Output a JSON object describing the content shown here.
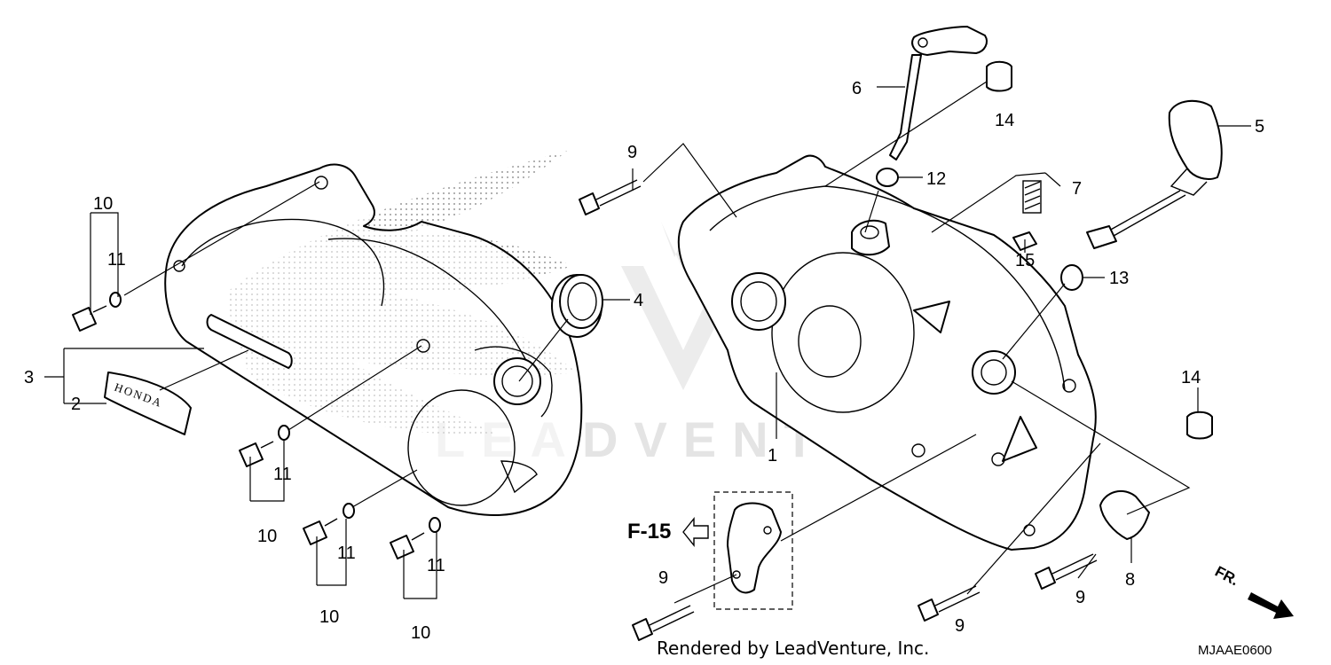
{
  "watermark": {
    "text": "LEADVENTURE"
  },
  "footer": {
    "credit": "Rendered by LeadVenture, Inc.",
    "diagram_code": "MJAAE0600"
  },
  "reference": {
    "label": "F-15"
  },
  "direction": {
    "label": "FR."
  },
  "emblem": {
    "text": "HONDA"
  },
  "callouts": {
    "c1": "1",
    "c2": "2",
    "c3": "3",
    "c4": "4",
    "c5": "5",
    "c6": "6",
    "c7": "7",
    "c8": "8",
    "c9a": "9",
    "c9b": "9",
    "c9c": "9",
    "c9d": "9",
    "c10a": "10",
    "c10b": "10",
    "c10c": "10",
    "c10d": "10",
    "c11a": "11",
    "c11b": "11",
    "c11c": "11",
    "c11d": "11",
    "c12": "12",
    "c13": "13",
    "c14a": "14",
    "c14b": "14",
    "c15": "15"
  }
}
